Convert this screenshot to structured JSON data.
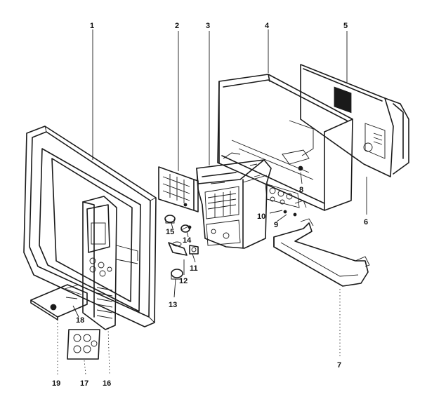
{
  "callouts": {
    "c1": "1",
    "c2": "2",
    "c3": "3",
    "c4": "4",
    "c5": "5",
    "c6": "6",
    "c7": "7",
    "c8": "8",
    "c9": "9",
    "c10": "10",
    "c11": "11",
    "c12": "12",
    "c13": "13",
    "c14": "14",
    "c15": "15",
    "c16": "16",
    "c17": "17",
    "c18": "18",
    "c19": "19"
  },
  "line_color": "#1a1a1a",
  "background": "#ffffff"
}
